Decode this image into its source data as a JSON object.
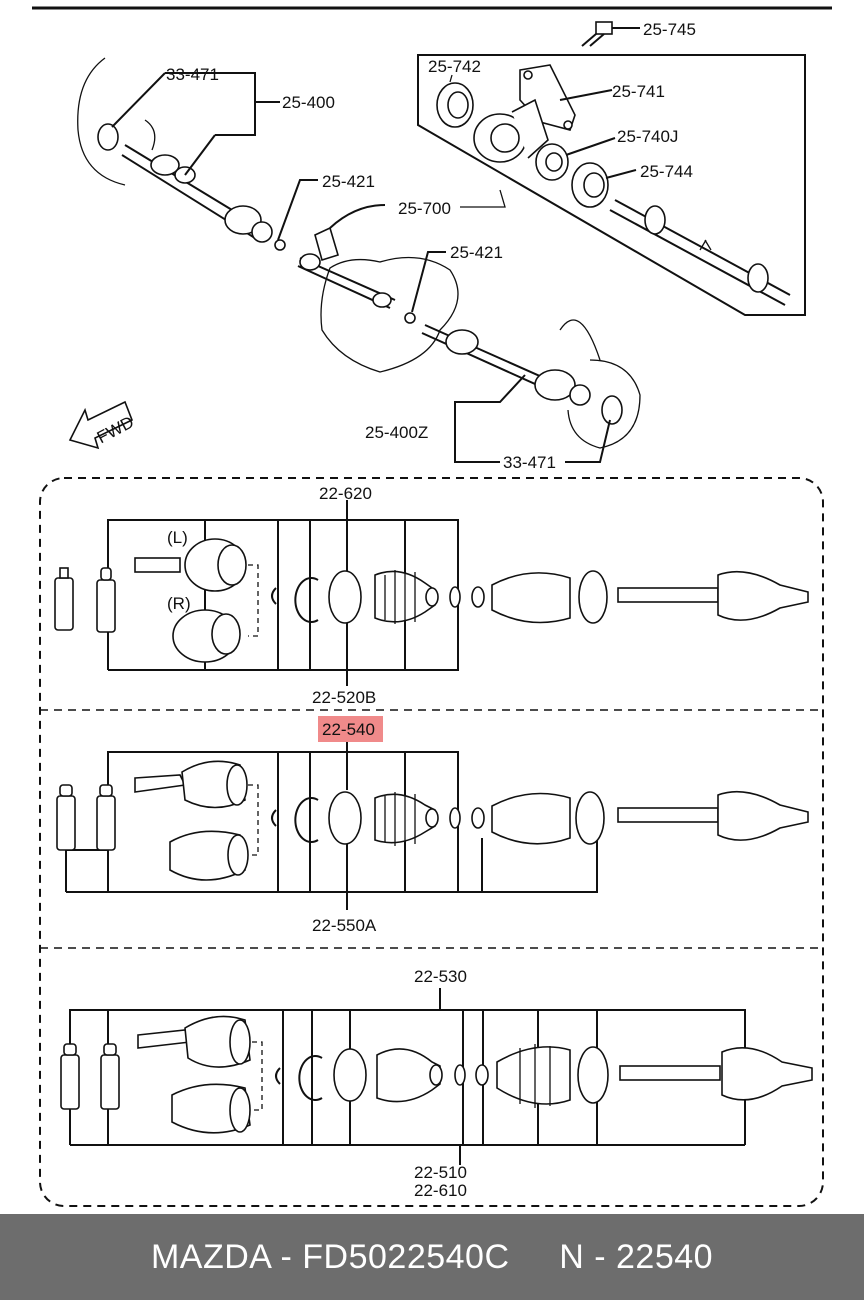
{
  "upper_assembly": {
    "labels": {
      "p25745": "25-745",
      "p25742": "25-742",
      "p25741": "25-741",
      "p25740j": "25-740J",
      "p25744": "25-744",
      "p33471_top": "33-471",
      "p25400": "25-400",
      "p25421_a": "25-421",
      "p25700": "25-700",
      "p25421_b": "25-421",
      "p25400z": "25-400Z",
      "p33471_bottom": "33-471",
      "fwd": "FWD"
    }
  },
  "section_1": {
    "top_label": "22-620",
    "bottom_label": "22-520B",
    "left_marker": "(L)",
    "right_marker": "(R)"
  },
  "section_2": {
    "top_label": "22-540",
    "bottom_label": "22-550A",
    "highlight_color": "#f08a8a"
  },
  "section_3": {
    "top_label": "22-530",
    "bottom_label_1": "22-510",
    "bottom_label_2": "22-610"
  },
  "footer": {
    "text": "MAZDA - FD5022540C     N - 22540",
    "background": "#6d6d6d"
  }
}
